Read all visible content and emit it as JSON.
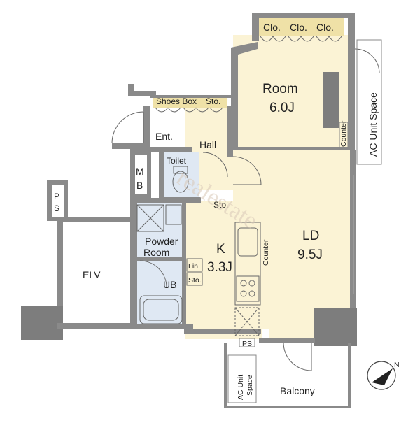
{
  "colors": {
    "wall": "#8a8a8a",
    "wall_dark": "#7d7d7d",
    "room_fill": "#fbf3d5",
    "closet_fill": "#efe1a7",
    "bath_fill": "#dfe8f3",
    "white": "#ffffff",
    "line": "#666666",
    "watermark": "#d9c9b8"
  },
  "labels": {
    "clo_1": "Clo.",
    "clo_2": "Clo.",
    "clo_3": "Clo.",
    "room_name": "Room",
    "room_size": "6.0J",
    "ac_unit_space": "AC Unit Space",
    "counter_room": "Counter",
    "shoes_box": "Shoes Box",
    "sto_hall": "Sto.",
    "ent": "Ent.",
    "hall": "Hall",
    "toilet": "Toilet",
    "mb_m": "M",
    "mb_b": "B",
    "ps_p": "P",
    "ps_s": "S",
    "sto_kitchen": "Sto.",
    "ld_name": "LD",
    "ld_size": "9.5J",
    "k_name": "K",
    "k_size": "3.3J",
    "counter_kitchen": "Counter",
    "powder_1": "Powder",
    "powder_2": "Room",
    "lin": "Lin.",
    "sto_small": "Sto.",
    "ub": "UB",
    "elv": "ELV",
    "ps_bottom": "PS",
    "ac_unit_balcony_1": "AC Unit",
    "ac_unit_balcony_2": "Space",
    "balcony": "Balcony",
    "compass_n": "N",
    "watermark": "realestate"
  }
}
